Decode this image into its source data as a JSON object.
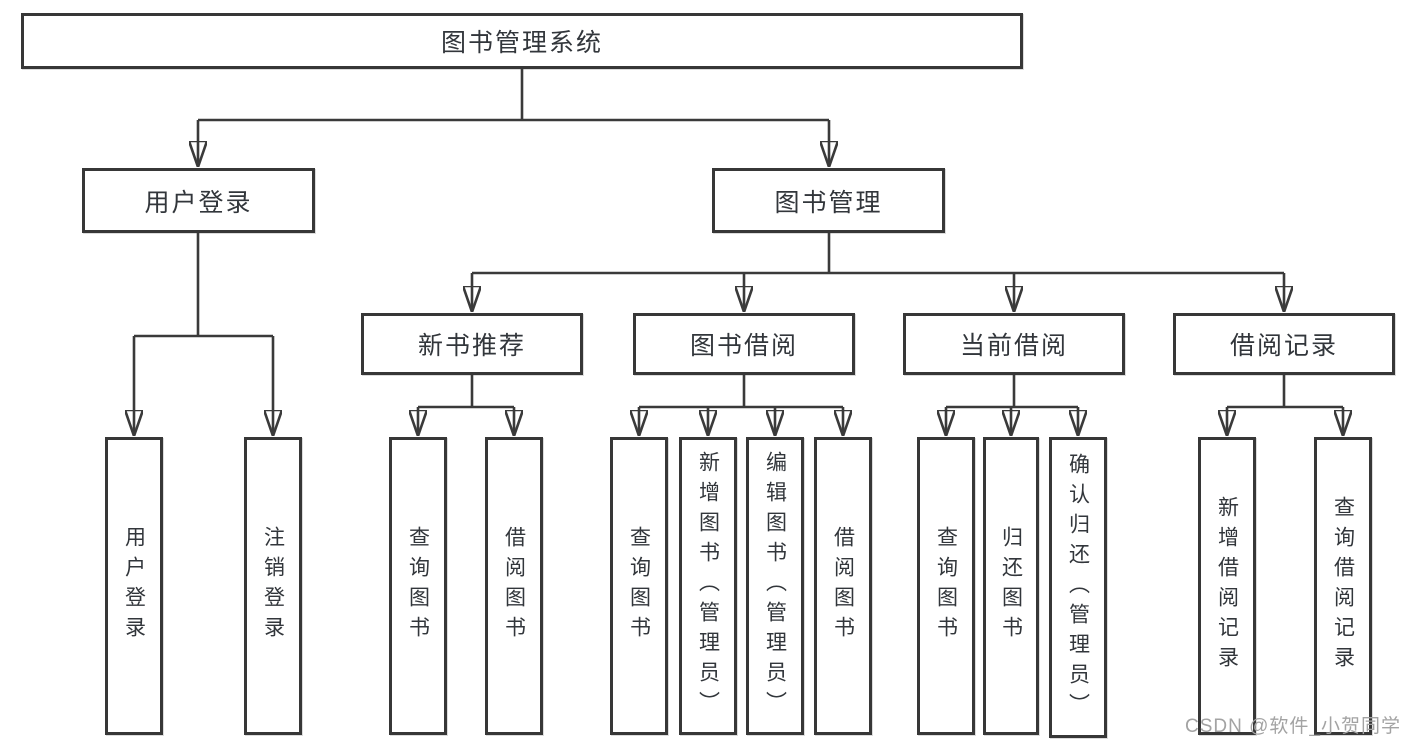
{
  "tree": {
    "label": "图书管理系统",
    "children": [
      {
        "label": "用户登录",
        "children": [
          {
            "label": "用户登录"
          },
          {
            "label": "注销登录"
          }
        ]
      },
      {
        "label": "图书管理",
        "children": [
          {
            "label": "新书推荐",
            "children": [
              {
                "label": "查询图书"
              },
              {
                "label": "借阅图书"
              }
            ]
          },
          {
            "label": "图书借阅",
            "children": [
              {
                "label": "查询图书"
              },
              {
                "label": "新增图书（管理员）"
              },
              {
                "label": "编辑图书（管理员）"
              },
              {
                "label": "借阅图书"
              }
            ]
          },
          {
            "label": "当前借阅",
            "children": [
              {
                "label": "查询图书"
              },
              {
                "label": "归还图书"
              },
              {
                "label": "确认归还（管理员）"
              }
            ]
          },
          {
            "label": "借阅记录",
            "children": [
              {
                "label": "新增借阅记录"
              },
              {
                "label": "查询借阅记录"
              }
            ]
          }
        ]
      }
    ]
  },
  "watermark": {
    "text": "CSDN @软件_小贺同学"
  },
  "colors": {
    "line": "#3a3a3a",
    "box_border": "#373737",
    "text": "#32363b",
    "watermark": "#a3a3a3",
    "background": "#ffffff"
  }
}
